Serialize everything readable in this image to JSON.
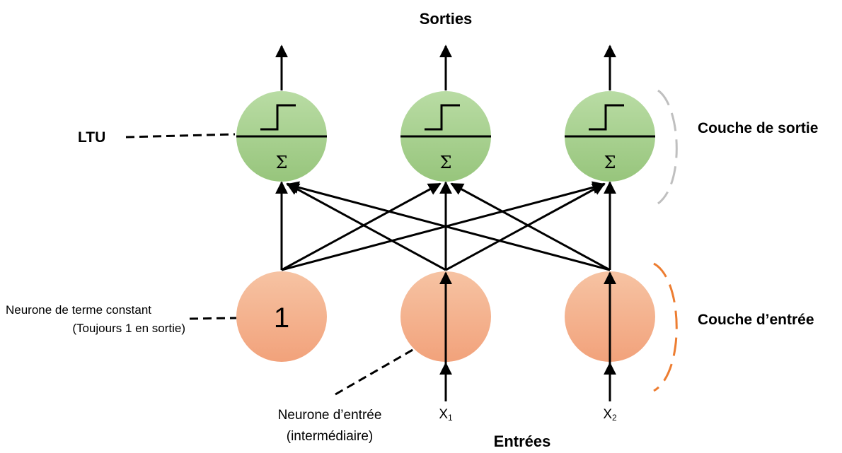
{
  "title_top": "Sorties",
  "title_bottom": "Entrées",
  "layers": {
    "output": {
      "label": "Couche de sortie",
      "node_color": "#a9d18e",
      "bracket_color": "#bfbfbf",
      "nodes": [
        {
          "symbol": "Σ"
        },
        {
          "symbol": "Σ"
        },
        {
          "symbol": "Σ"
        }
      ]
    },
    "input": {
      "label": "Couche d’entrée",
      "node_color": "#f4b183",
      "bracket_color": "#ed7d31",
      "nodes": [
        {
          "text": "1"
        },
        {
          "text": ""
        },
        {
          "text": ""
        }
      ]
    }
  },
  "annotations": {
    "ltu": "LTU",
    "bias_line1": "Neurone de terme constant",
    "bias_line2": "(Toujours 1 en sortie)",
    "input_neuron_line1": "Neurone d’entrée",
    "input_neuron_line2": "(intermédiaire)"
  },
  "inputs": [
    {
      "base": "X",
      "sub": "1"
    },
    {
      "base": "X",
      "sub": "2"
    }
  ]
}
